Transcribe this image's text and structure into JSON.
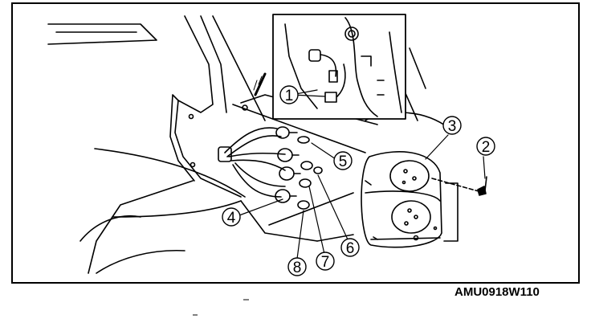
{
  "figure": {
    "code": "AMU0918W110",
    "callouts": [
      {
        "id": "callout-1",
        "label": "1"
      },
      {
        "id": "callout-2",
        "label": "2"
      },
      {
        "id": "callout-3",
        "label": "3"
      },
      {
        "id": "callout-4",
        "label": "4"
      },
      {
        "id": "callout-5",
        "label": "5"
      },
      {
        "id": "callout-6",
        "label": "6"
      },
      {
        "id": "callout-7",
        "label": "7"
      },
      {
        "id": "callout-8",
        "label": "8"
      }
    ]
  }
}
